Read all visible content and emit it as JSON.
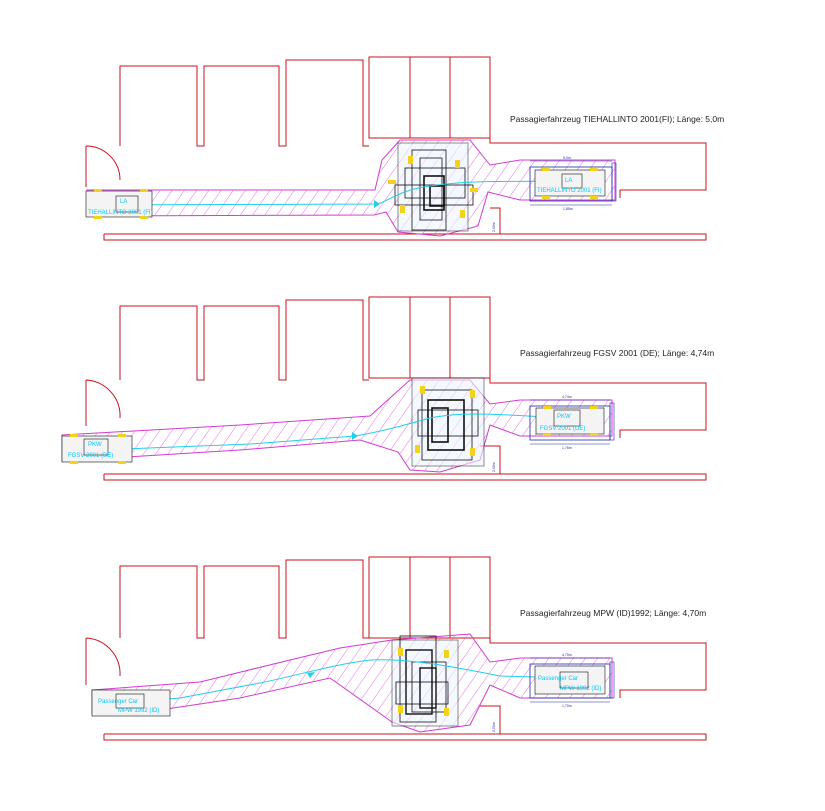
{
  "colors": {
    "walls": "#c8141e",
    "swept_path": "#d23cd2",
    "hatch": "#e04ce0",
    "track_line": "#21d0e8",
    "vehicle_outline": "#111111",
    "wheels": "#f2d21a",
    "dimensions": "#1f2aa8",
    "vehicle_label": "#00c8ff"
  },
  "panels": [
    {
      "caption": "Passagierfahrzeug TIEHALLINTO 2001(FI); Länge: 5,0m",
      "vehicle_label_left": "TIEHALLINTO 2001 (FI)",
      "vehicle_label_right": "TIEHALLINTO 2001 (FI)",
      "vehicle_tag": "LA",
      "dim_top": "5,0m",
      "dim_bottom": "1,85m",
      "dim_side": "2,00m"
    },
    {
      "caption": "Passagierfahrzeug FGSV 2001 (DE); Länge: 4,74m",
      "vehicle_label_left": "FGSV 2001 (DE)",
      "vehicle_label_right": "FGSV 2001 (DE)",
      "vehicle_tag": "PKW",
      "dim_top": "4,74m",
      "dim_bottom": "1,76m",
      "dim_side": "2,00m"
    },
    {
      "caption": "Passagierfahrzeug MPW (ID)1992; Länge: 4,70m",
      "vehicle_label_left": "Passenger Car",
      "vehicle_label_right": "Passenger Car",
      "vehicle_tag": "MPW 1992 (ID)",
      "dim_top": "4,70m",
      "dim_bottom": "1,70m",
      "dim_side": "2,00m"
    }
  ]
}
